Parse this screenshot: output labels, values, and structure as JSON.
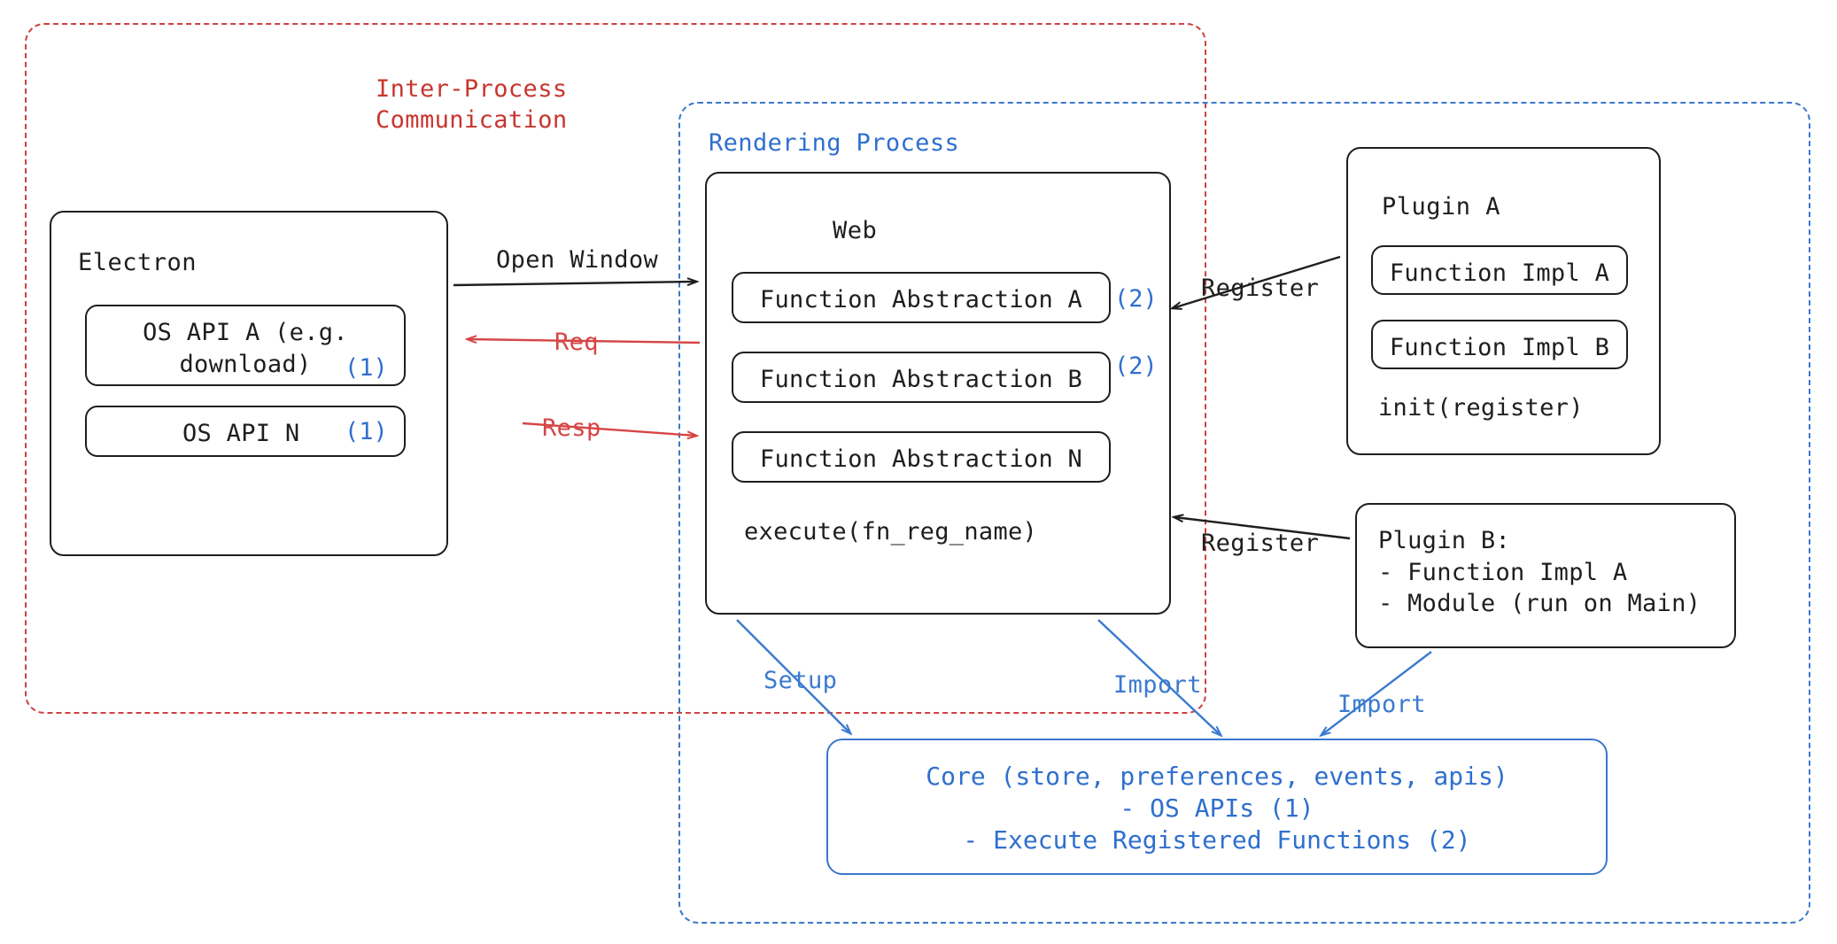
{
  "diagram": {
    "title_ipc": "Inter-Process\nCommunication",
    "title_rendering": "Rendering Process"
  },
  "electron": {
    "title": "Electron",
    "apis": [
      {
        "label": "OS API A (e.g.\ndownload)",
        "ref": "(1)"
      },
      {
        "label": "OS API N",
        "ref": "(1)"
      }
    ]
  },
  "web": {
    "title": "Web",
    "abstractions": [
      {
        "label": "Function Abstraction A",
        "ref": "(2)"
      },
      {
        "label": "Function Abstraction B",
        "ref": "(2)"
      },
      {
        "label": "Function Abstraction N",
        "ref": ""
      }
    ],
    "execute": "execute(fn_reg_name)"
  },
  "plugin_a": {
    "title": "Plugin A",
    "impls": [
      "Function Impl A",
      "Function Impl B"
    ],
    "init": "init(register)"
  },
  "plugin_b": {
    "lines": "Plugin B:\n- Function Impl A\n- Module (run on Main)"
  },
  "core": {
    "line1": "Core (store, preferences, events, apis)",
    "line2": "- OS APIs (1)",
    "line3": "- Execute Registered Functions (2)"
  },
  "edges": {
    "open_window": "Open Window",
    "req": "Req",
    "resp": "Resp",
    "register_top": "Register",
    "register_bottom": "Register",
    "setup": "Setup",
    "import_left": "Import",
    "import_right": "Import"
  },
  "colors": {
    "ipc_red": "#c8352f",
    "arrow_red": "#d64545",
    "rendering_blue": "#2f6fce",
    "arrow_blue": "#3a7ad0",
    "stroke_black": "#1e1e1e"
  }
}
